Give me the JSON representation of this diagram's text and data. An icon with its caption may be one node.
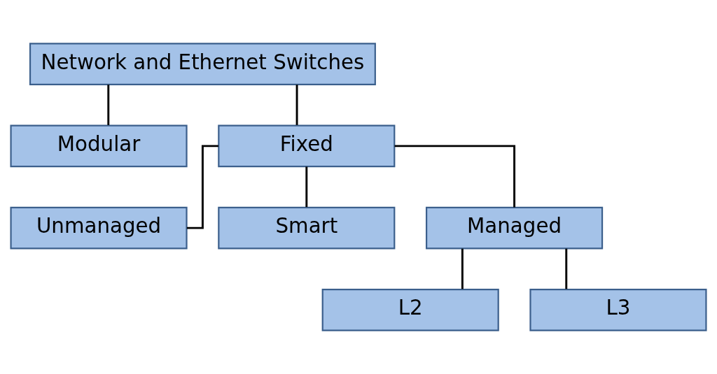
{
  "diagram": {
    "nodes": [
      {
        "text": [
          "Network and Ethernet Switches"
        ]
      },
      {
        "text": [
          "Modular"
        ]
      },
      {
        "text": [
          "Fixed"
        ]
      },
      {
        "text": [
          "Unmanaged"
        ]
      },
      {
        "text": [
          "Smart"
        ]
      },
      {
        "text": [
          "Managed"
        ]
      },
      {
        "text": [
          "L2"
        ]
      },
      {
        "text": [
          "L3"
        ]
      }
    ],
    "edges": [
      {
        "from": 0,
        "to": 1,
        "arrow": "none"
      },
      {
        "from": 0,
        "to": 2,
        "arrow": "none"
      },
      {
        "from": 2,
        "to": 3,
        "arrow": "none"
      },
      {
        "from": 2,
        "to": 4,
        "arrow": "none"
      },
      {
        "from": 2,
        "to": 5,
        "arrow": "none"
      },
      {
        "from": 5,
        "to": 6,
        "arrow": "none"
      },
      {
        "from": 5,
        "to": 7,
        "arrow": "none"
      }
    ]
  }
}
